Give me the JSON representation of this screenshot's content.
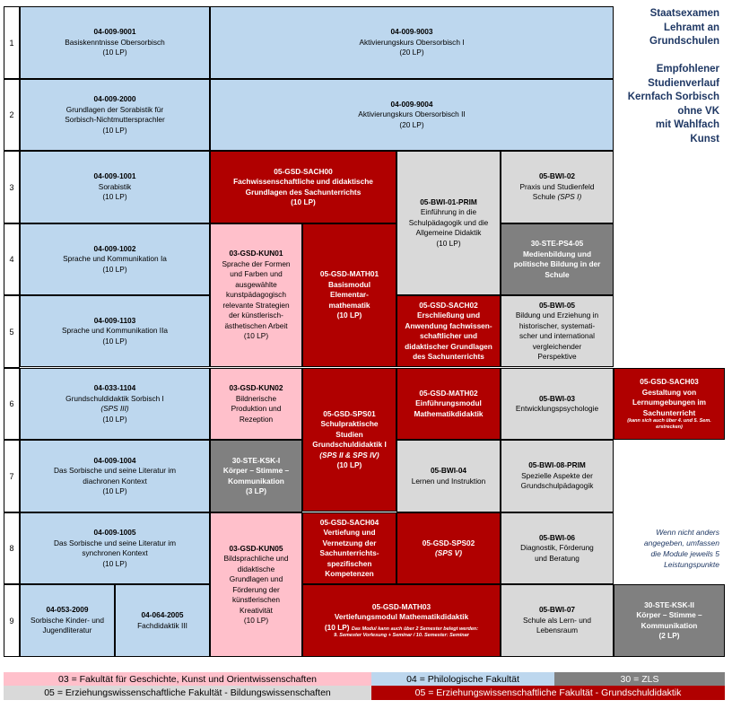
{
  "sidebar": {
    "lines": [
      "Staatsexamen",
      "Lehramt an",
      "Grundschulen",
      "",
      "Empfohlener",
      "Studienverlauf",
      "Kernfach Sorbisch",
      "ohne VK",
      "mit Wahlfach",
      "Kunst"
    ]
  },
  "semesters": [
    "1",
    "2",
    "3",
    "4",
    "5",
    "6",
    "7",
    "8",
    "9"
  ],
  "modules": {
    "m01": {
      "code": "04-009-9001",
      "lines": [
        "Basiskenntnisse Obersorbisch",
        "(10 LP)"
      ]
    },
    "m02": {
      "code": "04-009-9003",
      "lines": [
        "Aktivierungskurs Obersorbisch I",
        "(20 LP)"
      ]
    },
    "m03": {
      "code": "04-009-2000",
      "lines": [
        "Grundlagen der Sorabistik für",
        "Sorbisch-Nichtmuttersprachler",
        "(10 LP)"
      ]
    },
    "m04": {
      "code": "04-009-9004",
      "lines": [
        "Aktivierungskurs Obersorbisch II",
        "(20 LP)"
      ]
    },
    "m05": {
      "code": "04-009-1001",
      "lines": [
        "Sorabistik",
        "(10 LP)"
      ]
    },
    "m06": {
      "code": "05-GSD-SACH00",
      "lines": [
        "Fachwissenschaftliche und didaktische",
        "Grundlagen des Sachunterrichts",
        "(10 LP)"
      ]
    },
    "m07": {
      "code": "05-BWI-01-PRIM",
      "lines": [
        "Einführung in die",
        "Schulpädagogik und die",
        "Allgemeine Didaktik",
        "(10 LP)"
      ]
    },
    "m08": {
      "code": "05-BWI-02",
      "lines": [
        "Praxis und Studienfeld"
      ],
      "tail": "Schule",
      "italic": "(SPS I)"
    },
    "m09": {
      "code": "04-009-1002",
      "lines": [
        "Sprache und Kommunikation Ia",
        "(10 LP)"
      ]
    },
    "m10": {
      "code": "03-GSD-KUN01",
      "lines": [
        "Sprache der Formen",
        "und Farben und",
        "ausgewählte",
        "kunstpädagogisch",
        "relevante Strategien",
        "der künstlerisch-",
        "ästhetischen Arbeit",
        "(10 LP)"
      ]
    },
    "m11": {
      "code": "05-GSD-MATH01",
      "lines": [
        "Basismodul",
        "Elementar-",
        "mathematik",
        "(10 LP)"
      ]
    },
    "m12": {
      "code": "30-STE-PS4-05",
      "lines": [
        "Medienbildung und",
        "politische Bildung in der",
        "Schule"
      ]
    },
    "m13": {
      "code": "04-009-1103",
      "lines": [
        "Sprache und Kommunikation IIa",
        "(10 LP)"
      ]
    },
    "m14": {
      "code": "05-GSD-SACH02",
      "lines": [
        "Erschließung und",
        "Anwendung fachwissen-",
        "schaftlicher und",
        "didaktischer Grundlagen",
        "des Sachunterrichts"
      ]
    },
    "m15": {
      "code": "05-BWI-05",
      "lines": [
        "Bildung und Erziehung in",
        "historischer, systemati-",
        "scher und international",
        "vergleichender",
        "Perspektive"
      ]
    },
    "m16": {
      "code": "04-033-1104",
      "lines": [
        "Grundschuldidaktik Sorbisch I"
      ],
      "italic": "(SPS III)",
      "after": [
        "(10 LP)"
      ]
    },
    "m17": {
      "code": "03-GSD-KUN02",
      "lines": [
        "Bildnerische",
        "Produktion und",
        "Rezeption"
      ]
    },
    "m18": {
      "code": "05-GSD-SPS01",
      "lines": [
        "Schulpraktische",
        "Studien",
        "Grundschuldidaktik I"
      ],
      "italic": "(SPS II & SPS IV)",
      "after": [
        "(10 LP)"
      ]
    },
    "m19": {
      "code": "05-GSD-MATH02",
      "lines": [
        "Einführungsmodul",
        "Mathematikdidaktik"
      ]
    },
    "m20": {
      "code": "05-BWI-03",
      "lines": [
        "Entwicklungspsychologie"
      ]
    },
    "m21": {
      "code": "05-GSD-SACH03",
      "lines": [
        "Gestaltung von",
        "Lernumgebungen im",
        "Sachunterricht"
      ],
      "small": "(kann sich auch über 4. und 5. Sem. erstrecken)"
    },
    "m22": {
      "code": "04-009-1004",
      "lines": [
        "Das Sorbische und seine Literatur im",
        "diachronen Kontext",
        "(10 LP)"
      ]
    },
    "m23": {
      "code": "30-STE-KSK-I",
      "lines": [
        "Körper – Stimme –",
        "Kommunikation",
        "(3 LP)"
      ]
    },
    "m24": {
      "code": "05-BWI-04",
      "lines": [
        "Lernen und Instruktion"
      ]
    },
    "m25": {
      "code": "05-BWI-08-PRIM",
      "lines": [
        "Spezielle Aspekte der",
        "Grundschulpädagogik"
      ]
    },
    "m26": {
      "code": "04-009-1005",
      "lines": [
        "Das Sorbische und seine Literatur im",
        "synchronen Kontext",
        "(10 LP)"
      ]
    },
    "m27": {
      "code": "03-GSD-KUN05",
      "lines": [
        "Bildsprachliche und",
        "didaktische",
        "Grundlagen und",
        "Förderung der",
        "künstlerischen",
        "Kreativität",
        "(10 LP)"
      ]
    },
    "m28": {
      "code": "05-GSD-SACH04",
      "lines": [
        "Vertiefung und",
        "Vernetzung der",
        "Sachunterrichts-",
        "spezifischen",
        "Kompetenzen"
      ]
    },
    "m29": {
      "code": "05-GSD-SPS02",
      "lines": [],
      "italic": "(SPS V)"
    },
    "m30": {
      "code": "05-BWI-06",
      "lines": [
        "Diagnostik, Förderung",
        "und Beratung"
      ]
    },
    "m31": {
      "code": "04-053-2009",
      "lines": [
        "Sorbische Kinder- und",
        "Jugendliteratur"
      ]
    },
    "m32": {
      "code": "04-064-2005",
      "lines": [
        "Fachdidaktik III"
      ]
    },
    "m33": {
      "code": "05-GSD-MATH03",
      "lines": [
        "Vertiefungsmodul Mathematikdidaktik"
      ],
      "mixed": "(10 LP)",
      "small2": [
        "Das Modul kann auch über 2 Semester belegt werden:",
        "9. Semester Vorlesung + Seminar / 10. Semester: Seminar"
      ]
    },
    "m34": {
      "code": "05-BWI-07",
      "lines": [
        "Schule als Lern- und",
        "Lebensraum"
      ]
    },
    "m35": {
      "code": "30-STE-KSK-II",
      "lines": [
        "Körper – Stimme –",
        "Kommunikation",
        "(2 LP)"
      ]
    }
  },
  "note": [
    "Wenn nicht anders",
    "angegeben, umfassen",
    "die Module jeweils 5",
    "Leistungspunkte"
  ],
  "legend": {
    "l03": "03 = Fakultät für Geschichte, Kunst und Orientwissenschaften",
    "l04": "04 = Philologische Fakultät",
    "l30": "30 = ZLS",
    "l05a": "05 = Erziehungswissenschaftliche Fakultät - Bildungswissenschaften",
    "l05b": "05 = Erziehungswissenschaftliche Fakultät - Grundschuldidaktik"
  },
  "colors": {
    "blue": "#bdd7ee",
    "pink": "#ffc0cb",
    "red": "#b00000",
    "light_gray": "#d9d9d9",
    "dark_gray": "#808080",
    "sidebar_text": "#1f3864"
  }
}
